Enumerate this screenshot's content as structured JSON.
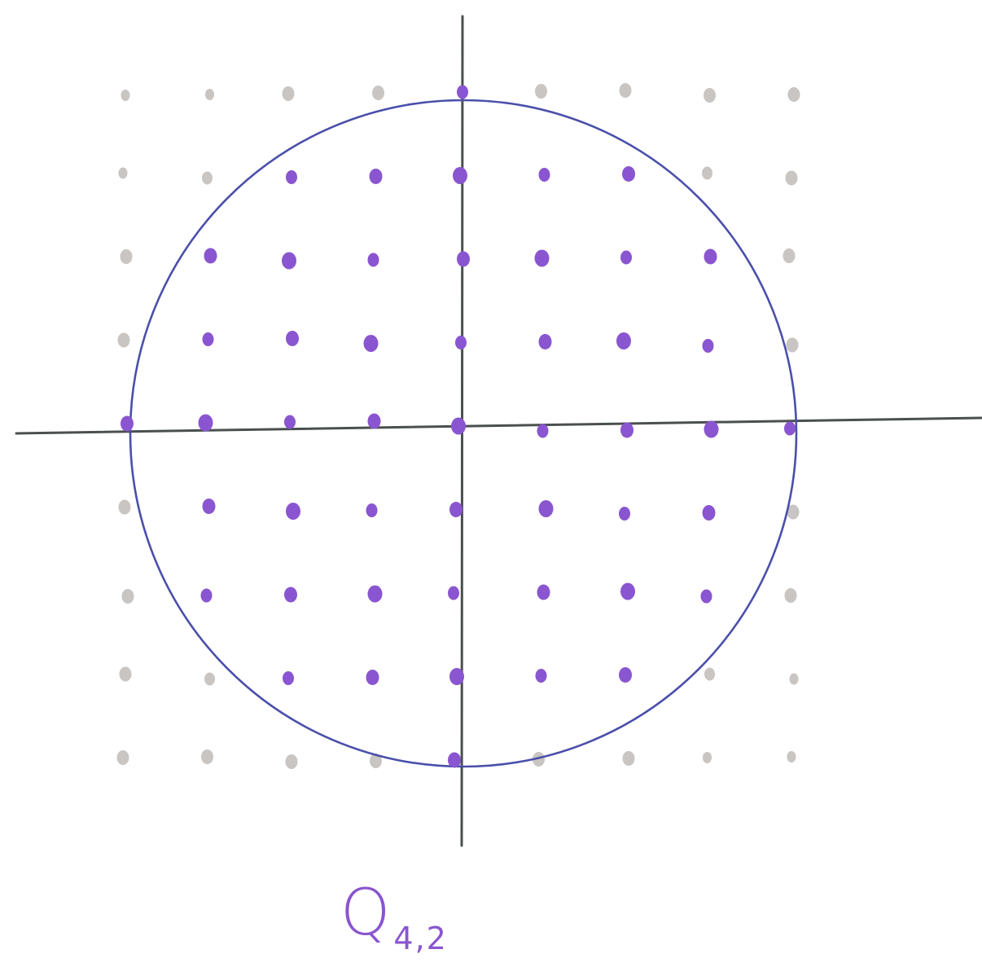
{
  "diagram": {
    "grid": {
      "min": -4,
      "max": 4
    },
    "radius": 4,
    "colors": {
      "inside_point": "#8a55d0",
      "outside_point": "#c8c5c2",
      "circle": "#4a4faa",
      "axis": "#4a4f4f"
    }
  },
  "caption": {
    "main": "Q",
    "subscript": "4,2"
  }
}
